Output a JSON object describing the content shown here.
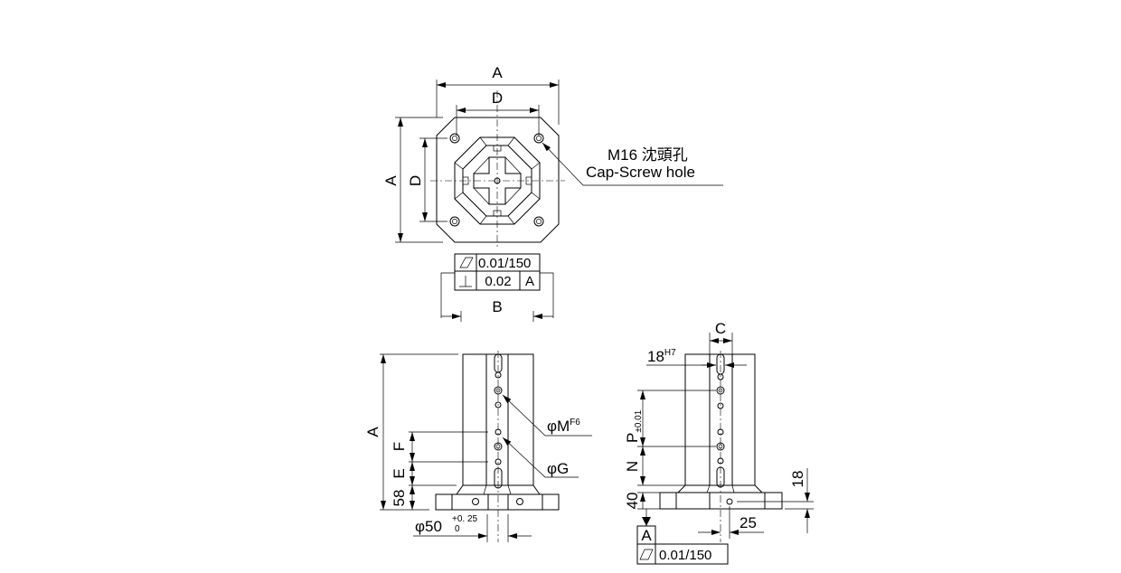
{
  "top_view": {
    "dim_width": "A",
    "dim_hole_pitch": "D",
    "dim_height": "A",
    "dim_hole_pitch_vertical": "D",
    "callout_line1": "M16 沈頭孔",
    "callout_line2": "Cap-Screw hole",
    "flatness_value": "0.01/150",
    "perpendicularity_value": "0.02",
    "perpendicularity_datum": "A",
    "dim_base": "B"
  },
  "front_view": {
    "dim_height": "A",
    "dim_f": "F",
    "dim_e": "E",
    "dim_58": "58",
    "callout_m": "φM",
    "callout_m_tol": "F6",
    "callout_g": "φG",
    "dim_phi50": "φ50",
    "dim_phi50_upper": "+0. 25",
    "dim_phi50_lower": "0"
  },
  "side_view": {
    "dim_c": "C",
    "dim_slot": "18",
    "dim_slot_tol": "H7",
    "dim_p": "P",
    "dim_p_tol": "±0.01",
    "dim_n": "N",
    "dim_40": "40",
    "dim_25": "25",
    "dim_18": "18",
    "datum_label": "A",
    "flatness_value": "0.01/150"
  }
}
